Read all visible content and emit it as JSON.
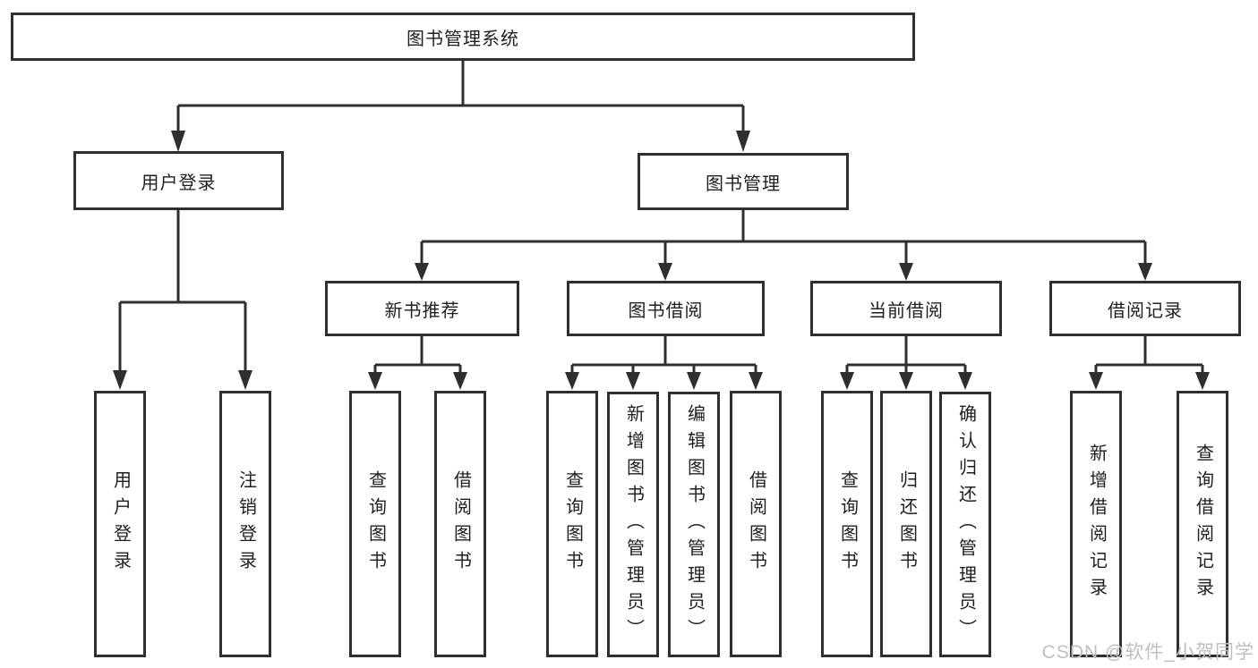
{
  "diagram": {
    "root": {
      "label": "图书管理系统"
    },
    "branches": [
      {
        "label": "用户登录",
        "children": [
          {
            "label": "用户登录"
          },
          {
            "label": "注销登录"
          }
        ]
      },
      {
        "label": "图书管理",
        "children": [
          {
            "label": "新书推荐",
            "children": [
              {
                "label": "查询图书"
              },
              {
                "label": "借阅图书"
              }
            ]
          },
          {
            "label": "图书借阅",
            "children": [
              {
                "label": "查询图书"
              },
              {
                "label": "新增图书（管理员）"
              },
              {
                "label": "编辑图书（管理员）"
              },
              {
                "label": "借阅图书"
              }
            ]
          },
          {
            "label": "当前借阅",
            "children": [
              {
                "label": "查询图书"
              },
              {
                "label": "归还图书"
              },
              {
                "label": "确认归还（管理员）"
              }
            ]
          },
          {
            "label": "借阅记录",
            "children": [
              {
                "label": "新增借阅记录"
              },
              {
                "label": "查询借阅记录"
              }
            ]
          }
        ]
      }
    ]
  },
  "watermark": {
    "text": "CSDN @软件_小贺同学"
  },
  "colors": {
    "line": "#2f2f2f",
    "text": "#1f1f1f",
    "watermark": "#bfbfbf",
    "background": "#ffffff"
  }
}
